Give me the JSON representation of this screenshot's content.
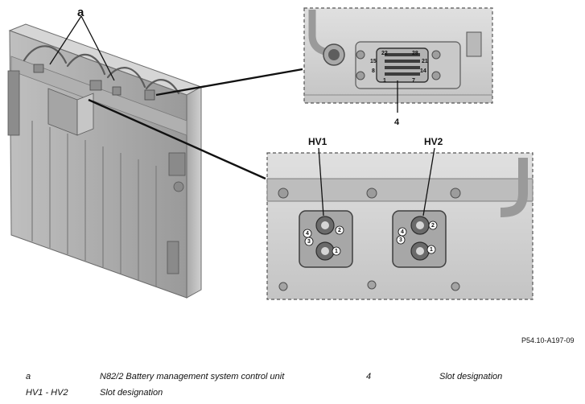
{
  "figure": {
    "callouts": {
      "a": "a",
      "four": "4",
      "hv1": "HV1",
      "hv2": "HV2"
    },
    "connector_pins": {
      "top_left": "22",
      "top_right": "28",
      "row2_left": "15",
      "row2_right": "21",
      "row3_left": "8",
      "row3_right": "14",
      "bottom_left": "1",
      "bottom_right": "7"
    },
    "hv_pins": {
      "p1": "1",
      "p2": "2",
      "p3": "3",
      "p4": "4"
    },
    "reference": "P54.10-A197-09"
  },
  "legend": {
    "rows": [
      {
        "key": "a",
        "desc": "N82/2 Battery management system control unit",
        "key2": "4",
        "desc2": "Slot designation"
      },
      {
        "key": "HV1 - HV2",
        "desc": "Slot designation"
      }
    ]
  }
}
